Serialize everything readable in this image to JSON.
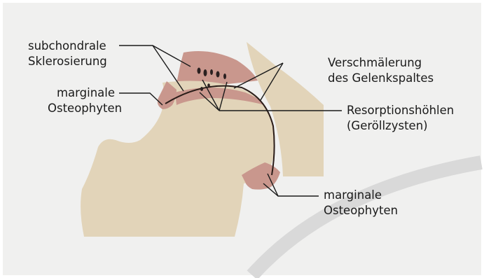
{
  "labels": {
    "subchondral": {
      "line1": "subchondrale",
      "line2": "Sklerosierung"
    },
    "osteophytes_left": {
      "line1": "marginale",
      "line2": "Osteophyten"
    },
    "joint_narrowing": {
      "line1": "Verschmälerung",
      "line2": "des Gelenkspaltes"
    },
    "cysts": {
      "line1": "Resorptionshöhlen",
      "line2": "(Geröllzysten)"
    },
    "osteophytes_bottom": {
      "line1": "marginale",
      "line2": "Osteophyten"
    }
  },
  "colors": {
    "background_panel": "#f0f0ef",
    "bone": "#e2d4b9",
    "sclerosis": "#c9978d",
    "joint_line": "#2a1c18",
    "cyst": "#2a2020",
    "leader": "#1a1a1a",
    "arc": "#d9d9d9"
  }
}
